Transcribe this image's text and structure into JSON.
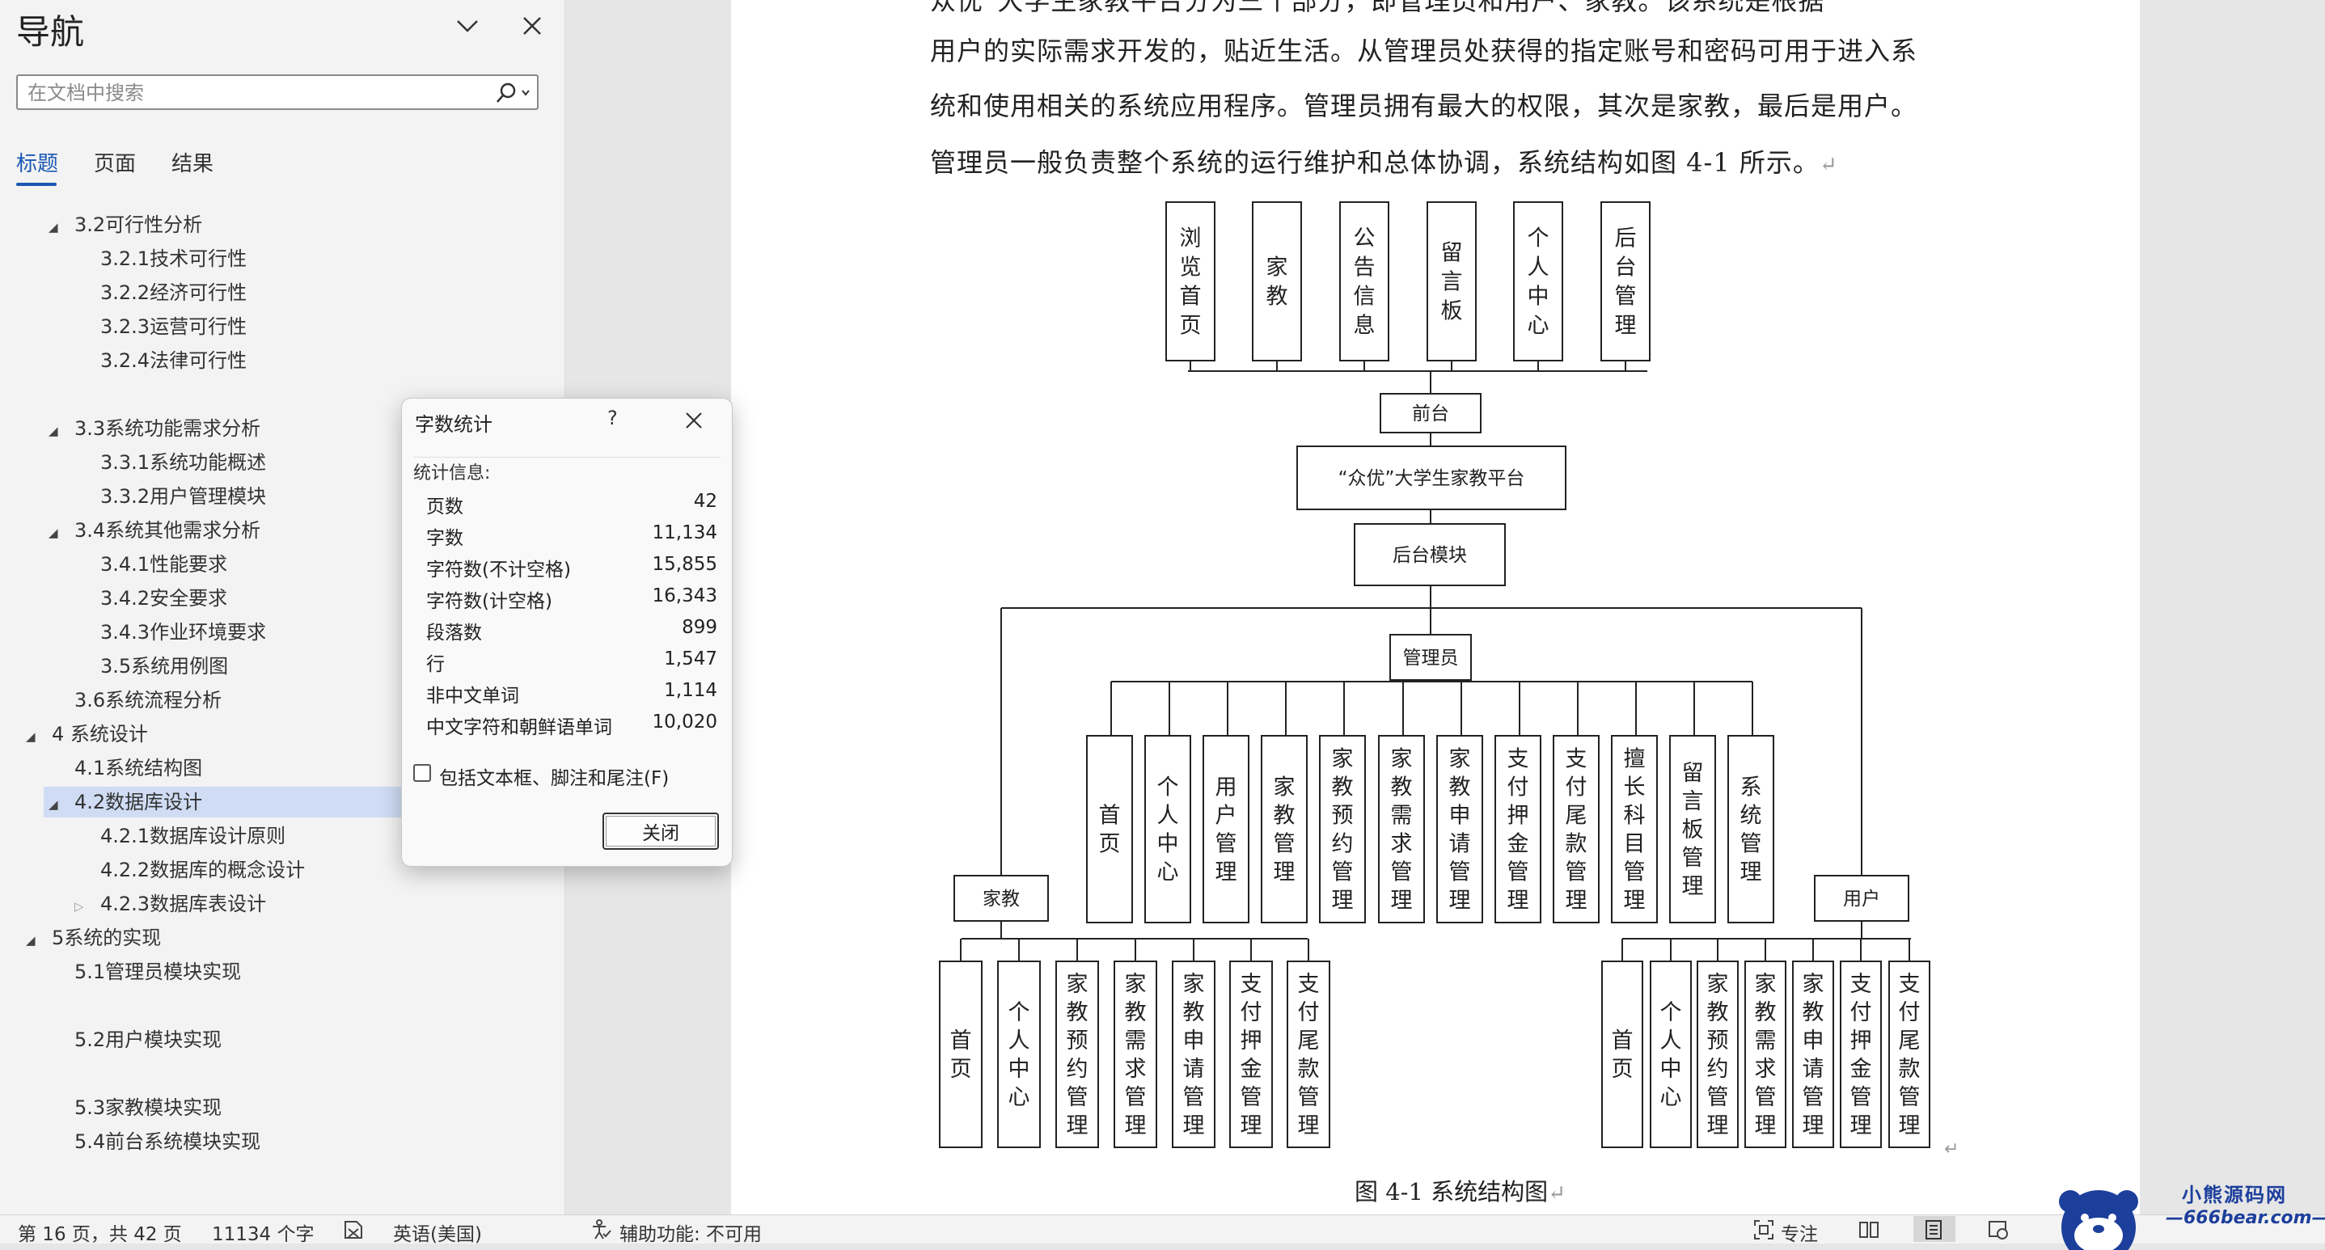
{
  "nav": {
    "title": "导航",
    "search_placeholder": "在文档中搜索",
    "tabs": [
      "标题",
      "页面",
      "结果"
    ],
    "headings": [
      {
        "text": "3.2可行性分析",
        "level": 2,
        "expander": "expanded"
      },
      {
        "text": "3.2.1技术可行性",
        "level": 3,
        "expander": "none"
      },
      {
        "text": "3.2.2经济可行性",
        "level": 3,
        "expander": "none"
      },
      {
        "text": "3.2.3运营可行性",
        "level": 3,
        "expander": "none"
      },
      {
        "text": "3.2.4法律可行性",
        "level": 3,
        "expander": "none"
      },
      {
        "text": "3.3系统功能需求分析",
        "level": 2,
        "expander": "expanded"
      },
      {
        "text": "3.3.1系统功能概述",
        "level": 3,
        "expander": "none"
      },
      {
        "text": "3.3.2用户管理模块",
        "level": 3,
        "expander": "none"
      },
      {
        "text": "3.4系统其他需求分析",
        "level": 2,
        "expander": "expanded"
      },
      {
        "text": "3.4.1性能要求",
        "level": 3,
        "expander": "none"
      },
      {
        "text": "3.4.2安全要求",
        "level": 3,
        "expander": "none"
      },
      {
        "text": "3.4.3作业环境要求",
        "level": 3,
        "expander": "none"
      },
      {
        "text": "3.5系统用例图",
        "level": 3,
        "expander": "none"
      },
      {
        "text": "3.6系统流程分析",
        "level": 2,
        "expander": "none"
      },
      {
        "text": "4 系统设计",
        "level": 1,
        "expander": "expanded"
      },
      {
        "text": "4.1系统结构图",
        "level": 2,
        "expander": "none"
      },
      {
        "text": "4.2数据库设计",
        "level": 2,
        "expander": "expanded",
        "selected": true
      },
      {
        "text": "4.2.1数据库设计原则",
        "level": 3,
        "expander": "none"
      },
      {
        "text": "4.2.2数据库的概念设计",
        "level": 3,
        "expander": "none"
      },
      {
        "text": "4.2.3数据库表设计",
        "level": 3,
        "expander": "collapsed"
      },
      {
        "text": "5系统的实现",
        "level": 1,
        "expander": "expanded"
      },
      {
        "text": "5.1管理员模块实现",
        "level": 2,
        "expander": "none"
      },
      {
        "text": "5.2用户模块实现",
        "level": 2,
        "expander": "none"
      },
      {
        "text": "5.3家教模块实现",
        "level": 2,
        "expander": "none"
      },
      {
        "text": "5.4前台系统模块实现",
        "level": 2,
        "expander": "none"
      }
    ]
  },
  "document": {
    "lines": [
      "众优”大学生家教平台分为三个部分，即管理员和用户、家教。该系统是根据",
      "用户的实际需求开发的，贴近生活。从管理员处获得的指定账号和密码可用于进入系",
      "统和使用相关的系统应用程序。管理员拥有最大的权限，其次是家教，最后是用户。",
      "管理员一般负责整个系统的运行维护和总体协调，系统结构如图 4-1 所示。"
    ],
    "paragraph_mark": "↵",
    "caption": "图 4-1 系统结构图",
    "diagram": {
      "top_items": [
        "浏览首页",
        "家教",
        "公告信息",
        "留言板",
        "个人中心",
        "后台管理"
      ],
      "front": "前台",
      "platform": "“众优”大学生家教平台",
      "backend": "后台模块",
      "admin": "管理员",
      "admin_items": [
        "首页",
        "个人中心",
        "用户管理",
        "家教管理",
        "家教预约管理",
        "家教需求管理",
        "家教申请管理",
        "支付押金管理",
        "支付尾款管理",
        "擅长科目管理",
        "留言板管理",
        "系统管理"
      ],
      "tutor": "家教",
      "tutor_items": [
        "首页",
        "个人中心",
        "家教预约管理",
        "家教需求管理",
        "家教申请管理",
        "支付押金管理",
        "支付尾款管理"
      ],
      "user": "用户",
      "user_items": [
        "首页",
        "个人中心",
        "家教预约管理",
        "家教需求管理",
        "家教申请管理",
        "支付押金管理",
        "支付尾款管理"
      ]
    }
  },
  "dialog": {
    "title": "字数统计",
    "help": "?",
    "stats_label": "统计信息:",
    "stats": [
      {
        "label": "页数",
        "value": "42"
      },
      {
        "label": "字数",
        "value": "11,134"
      },
      {
        "label": "字符数(不计空格)",
        "value": "15,855"
      },
      {
        "label": "字符数(计空格)",
        "value": "16,343"
      },
      {
        "label": "段落数",
        "value": "899"
      },
      {
        "label": "行",
        "value": "1,547"
      },
      {
        "label": "非中文单词",
        "value": "1,114"
      },
      {
        "label": "中文字符和朝鲜语单词",
        "value": "10,020"
      }
    ],
    "checkbox_label": "包括文本框、脚注和尾注(F)",
    "checkbox_checked": false,
    "close_button": "关闭"
  },
  "status": {
    "page": "第 16 页，共 42 页",
    "words": "11134 个字",
    "language": "英语(美国)",
    "accessibility": "辅助功能: 不可用",
    "focus": "专注"
  },
  "watermark": {
    "name": "小熊源码网",
    "url": "—666bear.com—"
  },
  "colors": {
    "accent": "#1b58b4",
    "selected_heading": "#cfdcf4",
    "watermark": "#1c3f9c"
  }
}
